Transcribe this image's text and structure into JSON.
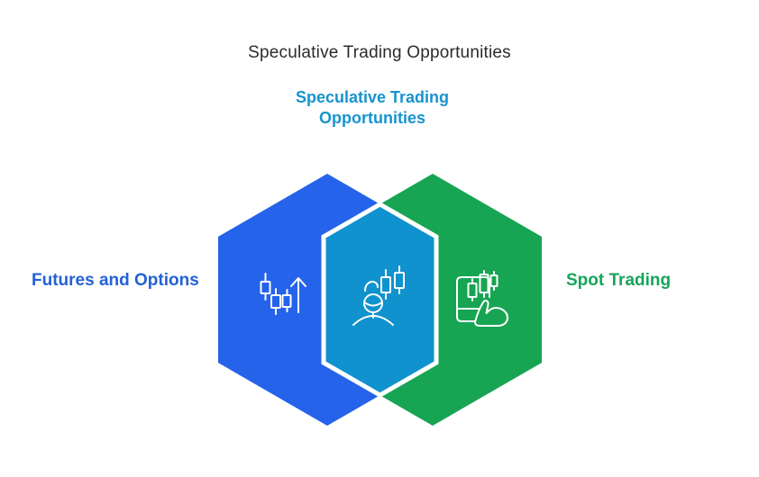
{
  "page": {
    "background": "#ffffff"
  },
  "header": {
    "title": "Speculative Trading Opportunities",
    "title_color": "#2b2b2b",
    "subtitle": "Speculative Trading Opportunities",
    "subtitle_color": "#1793cf"
  },
  "diagram": {
    "type": "venn-hexagons",
    "left": {
      "label": "Futures and Options",
      "label_color": "#2361d6",
      "hex_color": "#2563eb",
      "icon": "candlestick-chart-up-icon"
    },
    "right": {
      "label": "Spot Trading",
      "label_color": "#16a45a",
      "hex_color": "#17a553",
      "icon": "hand-tap-trading-device-icon"
    },
    "overlap": {
      "hex_color": "#1092ce",
      "border_color": "#ffffff",
      "icon": "trader-person-icon"
    }
  }
}
